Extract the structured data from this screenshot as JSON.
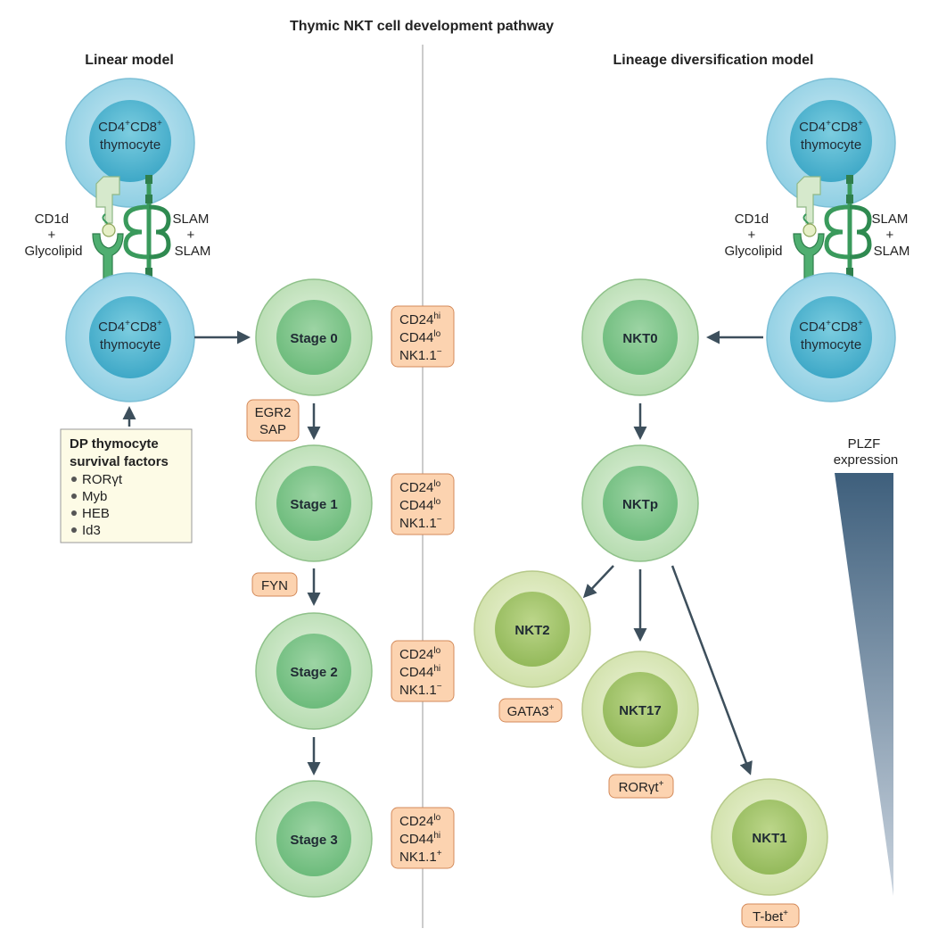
{
  "title": "Thymic NKT cell development pathway",
  "left_model": {
    "heading": "Linear model",
    "top_cell": {
      "line1": "CD4",
      "line1_sup": "+",
      "line1b": "CD8",
      "line1b_sup": "+",
      "line2": "thymocyte"
    },
    "bottom_cell": {
      "line1": "CD4",
      "line1_sup": "+",
      "line1b": "CD8",
      "line1b_sup": "+",
      "line2": "thymocyte"
    },
    "ligand_label": {
      "line1": "CD1d",
      "line2": "+",
      "line3": "Glycolipid"
    },
    "slam_label": {
      "line1": "SLAM",
      "line2": "+",
      "line3": "SLAM"
    },
    "survival_box": {
      "heading_line1": "DP thymocyte",
      "heading_line2": "survival factors",
      "items": [
        "RORγt",
        "Myb",
        "HEB",
        "Id3"
      ]
    }
  },
  "stages": [
    {
      "label": "Stage 0",
      "markers": [
        {
          "name": "CD24",
          "sup": "hi"
        },
        {
          "name": "CD44",
          "sup": "lo"
        },
        {
          "name": "NK1.1",
          "sup": "−"
        }
      ]
    },
    {
      "label": "Stage 1",
      "markers": [
        {
          "name": "CD24",
          "sup": "lo"
        },
        {
          "name": "CD44",
          "sup": "lo"
        },
        {
          "name": "NK1.1",
          "sup": "−"
        }
      ]
    },
    {
      "label": "Stage 2",
      "markers": [
        {
          "name": "CD24",
          "sup": "lo"
        },
        {
          "name": "CD44",
          "sup": "hi"
        },
        {
          "name": "NK1.1",
          "sup": "−"
        }
      ]
    },
    {
      "label": "Stage 3",
      "markers": [
        {
          "name": "CD24",
          "sup": "lo"
        },
        {
          "name": "CD44",
          "sup": "hi"
        },
        {
          "name": "NK1.1",
          "sup": "+"
        }
      ]
    }
  ],
  "stage_factors": {
    "egr2_sap": {
      "line1": "EGR2",
      "line2": "SAP"
    },
    "fyn": "FYN"
  },
  "right_model": {
    "heading": "Lineage diversification model",
    "top_cell": {
      "line1": "CD4",
      "line1_sup": "+",
      "line1b": "CD8",
      "line1b_sup": "+",
      "line2": "thymocyte"
    },
    "bottom_cell": {
      "line1": "CD4",
      "line1_sup": "+",
      "line1b": "CD8",
      "line1b_sup": "+",
      "line2": "thymocyte"
    },
    "ligand_label": {
      "line1": "CD1d",
      "line2": "+",
      "line3": "Glycolipid"
    },
    "slam_label": {
      "line1": "SLAM",
      "line2": "+",
      "line3": "SLAM"
    },
    "nkt0": "NKT0",
    "nktp": "NKTp",
    "nkt2": {
      "label": "NKT2",
      "tf": "GATA3",
      "tf_sup": "+"
    },
    "nkt17": {
      "label": "NKT17",
      "tf": "RORγt",
      "tf_sup": "+"
    },
    "nkt1": {
      "label": "NKT1",
      "tf": "T-bet",
      "tf_sup": "+"
    },
    "plzf": {
      "line1": "PLZF",
      "line2": "expression"
    }
  },
  "colors": {
    "thymocyte_outer": "#a8d8ea",
    "thymocyte_inner": "#4cb3cf",
    "stage_outer": "#c8e6c4",
    "stage_inner": "#7fc48a",
    "effector_outer": "#d9e8b8",
    "effector_inner": "#a3c46c",
    "marker_box": "#fcd3b0",
    "marker_border": "#d38a5a",
    "survival_box": "#fdfbe6",
    "arrow": "#3d4f5c",
    "receptor": "#3a9a5c",
    "cd1d": "#cfe5c6",
    "plzf_dark": "#3e5f7c",
    "plzf_light": "#c8d3de"
  }
}
